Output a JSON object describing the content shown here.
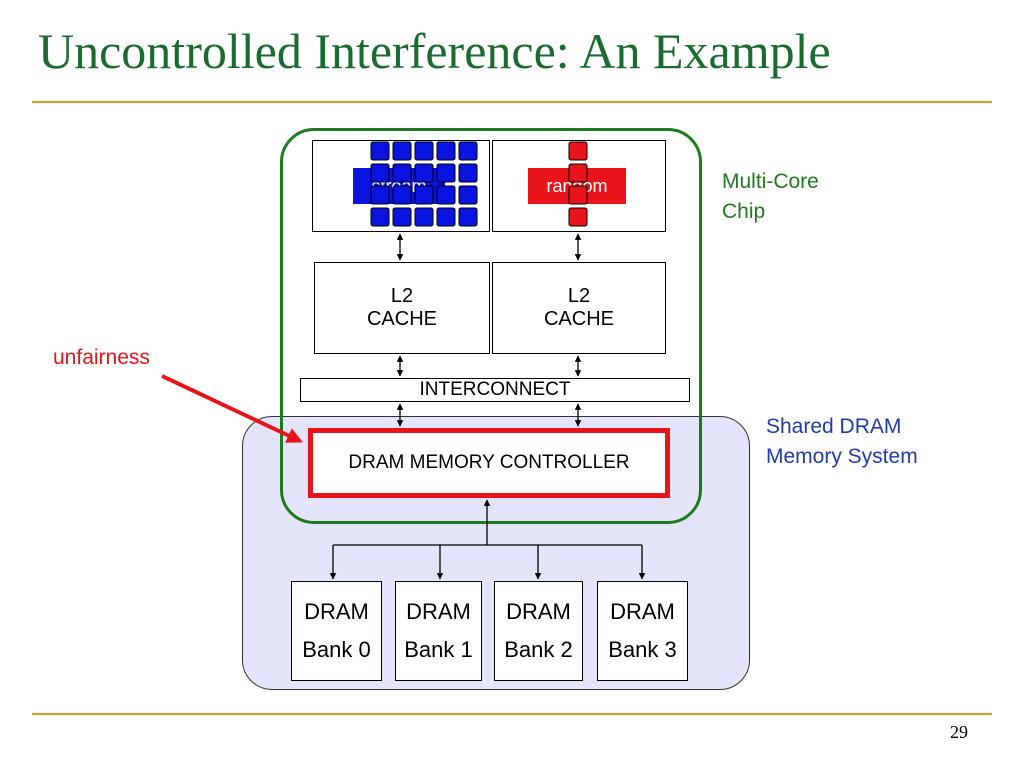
{
  "slide": {
    "title": "Uncontrolled Interference: An Example",
    "page_number": "29"
  },
  "colors": {
    "title": "#1a6b2f",
    "rule": "#c9a227",
    "chip_border": "#1f7a1f",
    "dram_system_fill": "#e4e4fa",
    "dram_system_label": "#1f3ca8",
    "highlight_red": "#e8141a",
    "stream_blue": "#0a14e0"
  },
  "labels": {
    "multi_core_chip_line1": "Multi-Core",
    "multi_core_chip_line2": "Chip",
    "shared_dram_line1": "Shared DRAM",
    "shared_dram_line2": "Memory System",
    "unfairness": "unfairness"
  },
  "cores": [
    {
      "program": "stream",
      "color": "#0a14e0"
    },
    {
      "program": "random",
      "color": "#e8141a"
    }
  ],
  "caches": [
    {
      "line1": "L2",
      "line2": "CACHE"
    },
    {
      "line1": "L2",
      "line2": "CACHE"
    }
  ],
  "interconnect": "INTERCONNECT",
  "memory_controller": "DRAM MEMORY CONTROLLER",
  "banks": [
    {
      "line1": "DRAM",
      "line2": "Bank 0"
    },
    {
      "line1": "DRAM",
      "line2": "Bank 1"
    },
    {
      "line1": "DRAM",
      "line2": "Bank 2"
    },
    {
      "line1": "DRAM",
      "line2": "Bank 3"
    }
  ]
}
